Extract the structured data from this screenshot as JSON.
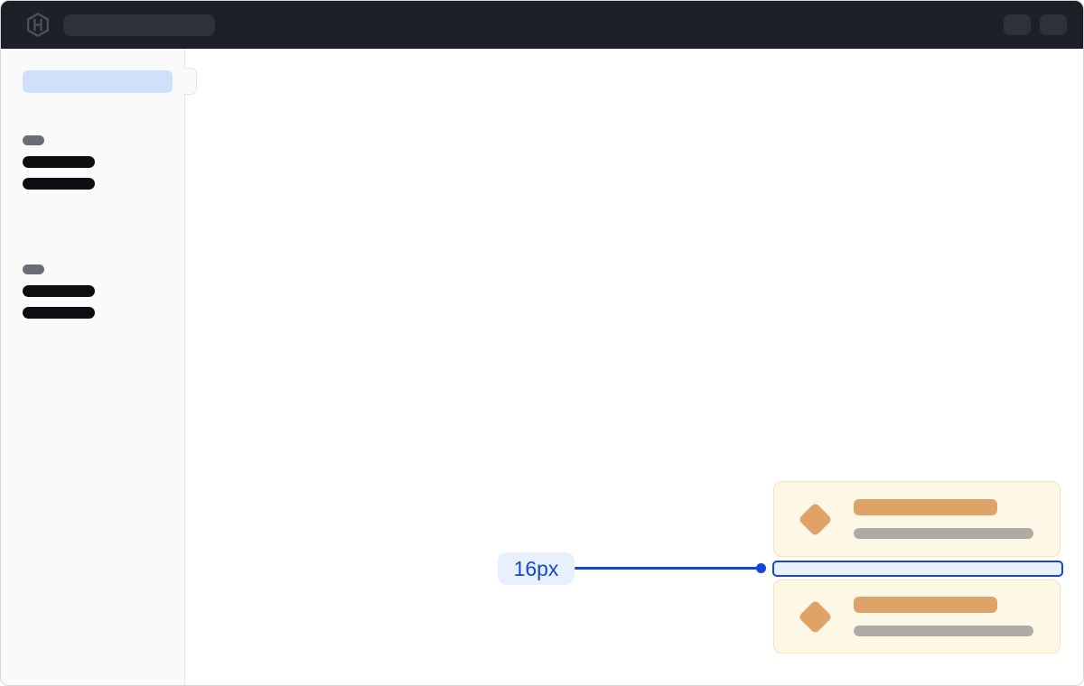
{
  "topbar": {
    "logo_icon": "hashicorp-logo",
    "nav_placeholder": "skeleton-nav-pill",
    "action_placeholders": [
      "skeleton-button",
      "skeleton-button"
    ]
  },
  "sidebar": {
    "active_item_placeholder": "skeleton-active-nav-item",
    "toggle": "sidebar-collapse-toggle",
    "groups": [
      {
        "label_placeholder": "skeleton-section-label",
        "item_placeholders": [
          "skeleton-nav-link",
          "skeleton-nav-link"
        ]
      },
      {
        "label_placeholder": "skeleton-section-label",
        "item_placeholders": [
          "skeleton-nav-link",
          "skeleton-nav-link"
        ]
      }
    ]
  },
  "main": {
    "cards": [
      {
        "icon": "diamond-icon",
        "title_placeholder": "skeleton-title-bar",
        "subtitle_placeholder": "skeleton-subtitle-bar"
      },
      {
        "icon": "diamond-icon",
        "title_placeholder": "skeleton-title-bar",
        "subtitle_placeholder": "skeleton-subtitle-bar"
      }
    ],
    "spacing_annotation": {
      "label": "16px",
      "connector": "line-with-dot",
      "highlight": "spacing-gap-rectangle"
    }
  },
  "colors": {
    "page-border": "#d3d5d9",
    "topbar-bg": "#1d2127",
    "topbar-skeleton": "#2c313b",
    "logo-gray": "#4d525b",
    "sidebar-bg": "#fafafa",
    "sidebar-border": "#e4e6e9",
    "active-blue": "#cfe0fb",
    "label-gray": "#6a6e76",
    "item-dark": "#0c0e12",
    "card-bg": "#fdf7e5",
    "card-border": "#f4e4bd",
    "orange": "#dfa368",
    "bar-gray": "#aeaba4",
    "accent-blue": "#1548d1",
    "badge-bg": "#e9f0fd",
    "gap-fill": "#e9f1fd"
  }
}
